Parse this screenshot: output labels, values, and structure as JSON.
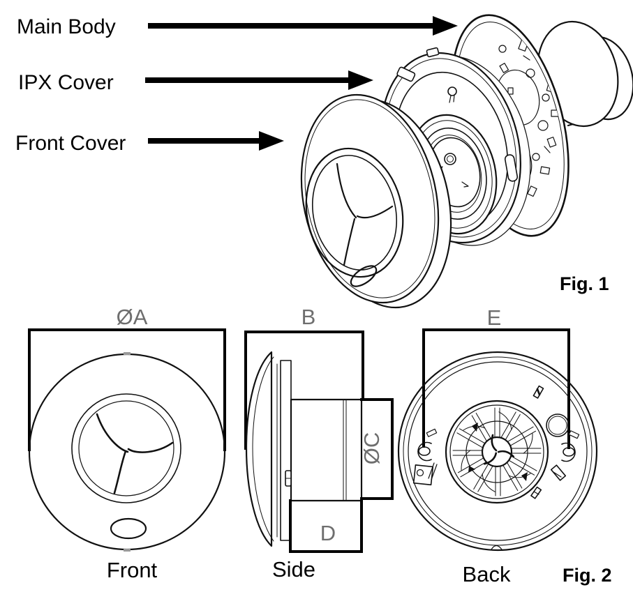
{
  "figure1": {
    "caption": "Fig. 1",
    "parts": [
      {
        "label": "Main Body"
      },
      {
        "label": "IPX Cover"
      },
      {
        "label": "Front Cover"
      }
    ]
  },
  "figure2": {
    "caption": "Fig. 2",
    "views": {
      "front": {
        "label": "Front",
        "dim_diameter": "ØA"
      },
      "side": {
        "label": "Side",
        "dim_width": "B",
        "dim_neck_diameter": "ØC",
        "dim_depth": "D"
      },
      "back": {
        "label": "Back",
        "dim_hole_spacing": "E"
      }
    }
  },
  "colors": {
    "line": "#000000",
    "dimension_label": "#6e6e6e",
    "background": "#ffffff"
  }
}
